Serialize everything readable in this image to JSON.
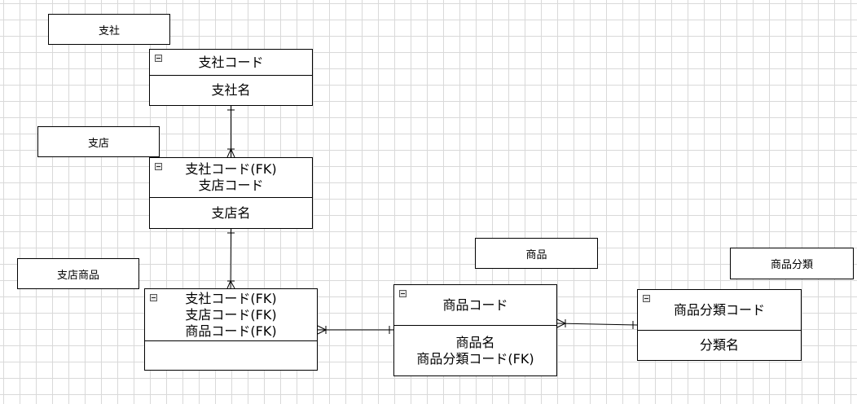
{
  "labels": {
    "shisha": "支社",
    "shiten": "支店",
    "shiten_shohin": "支店商品",
    "shohin": "商品",
    "shohin_bunrui": "商品分類"
  },
  "entities": {
    "shisha": {
      "key": [
        "支社コード"
      ],
      "attrs": [
        "支社名"
      ]
    },
    "shiten": {
      "key": [
        "支社コード(FK)",
        "支店コード"
      ],
      "attrs": [
        "支店名"
      ]
    },
    "shiten_shohin": {
      "key": [
        "支社コード(FK)",
        "支店コード(FK)",
        "商品コード(FK)"
      ],
      "attrs": []
    },
    "shohin": {
      "key": [
        "商品コード"
      ],
      "attrs": [
        "商品名",
        "商品分類コード(FK)"
      ]
    },
    "shohin_bunrui": {
      "key": [
        "商品分類コード"
      ],
      "attrs": [
        "分類名"
      ]
    }
  },
  "relationships": [
    {
      "from": "shisha",
      "to": "shiten",
      "from_end": "one",
      "to_end": "many"
    },
    {
      "from": "shiten",
      "to": "shiten_shohin",
      "from_end": "one",
      "to_end": "many"
    },
    {
      "from": "shohin",
      "to": "shiten_shohin",
      "from_end": "one",
      "to_end": "many"
    },
    {
      "from": "shohin_bunrui",
      "to": "shohin",
      "from_end": "one",
      "to_end": "many"
    }
  ]
}
